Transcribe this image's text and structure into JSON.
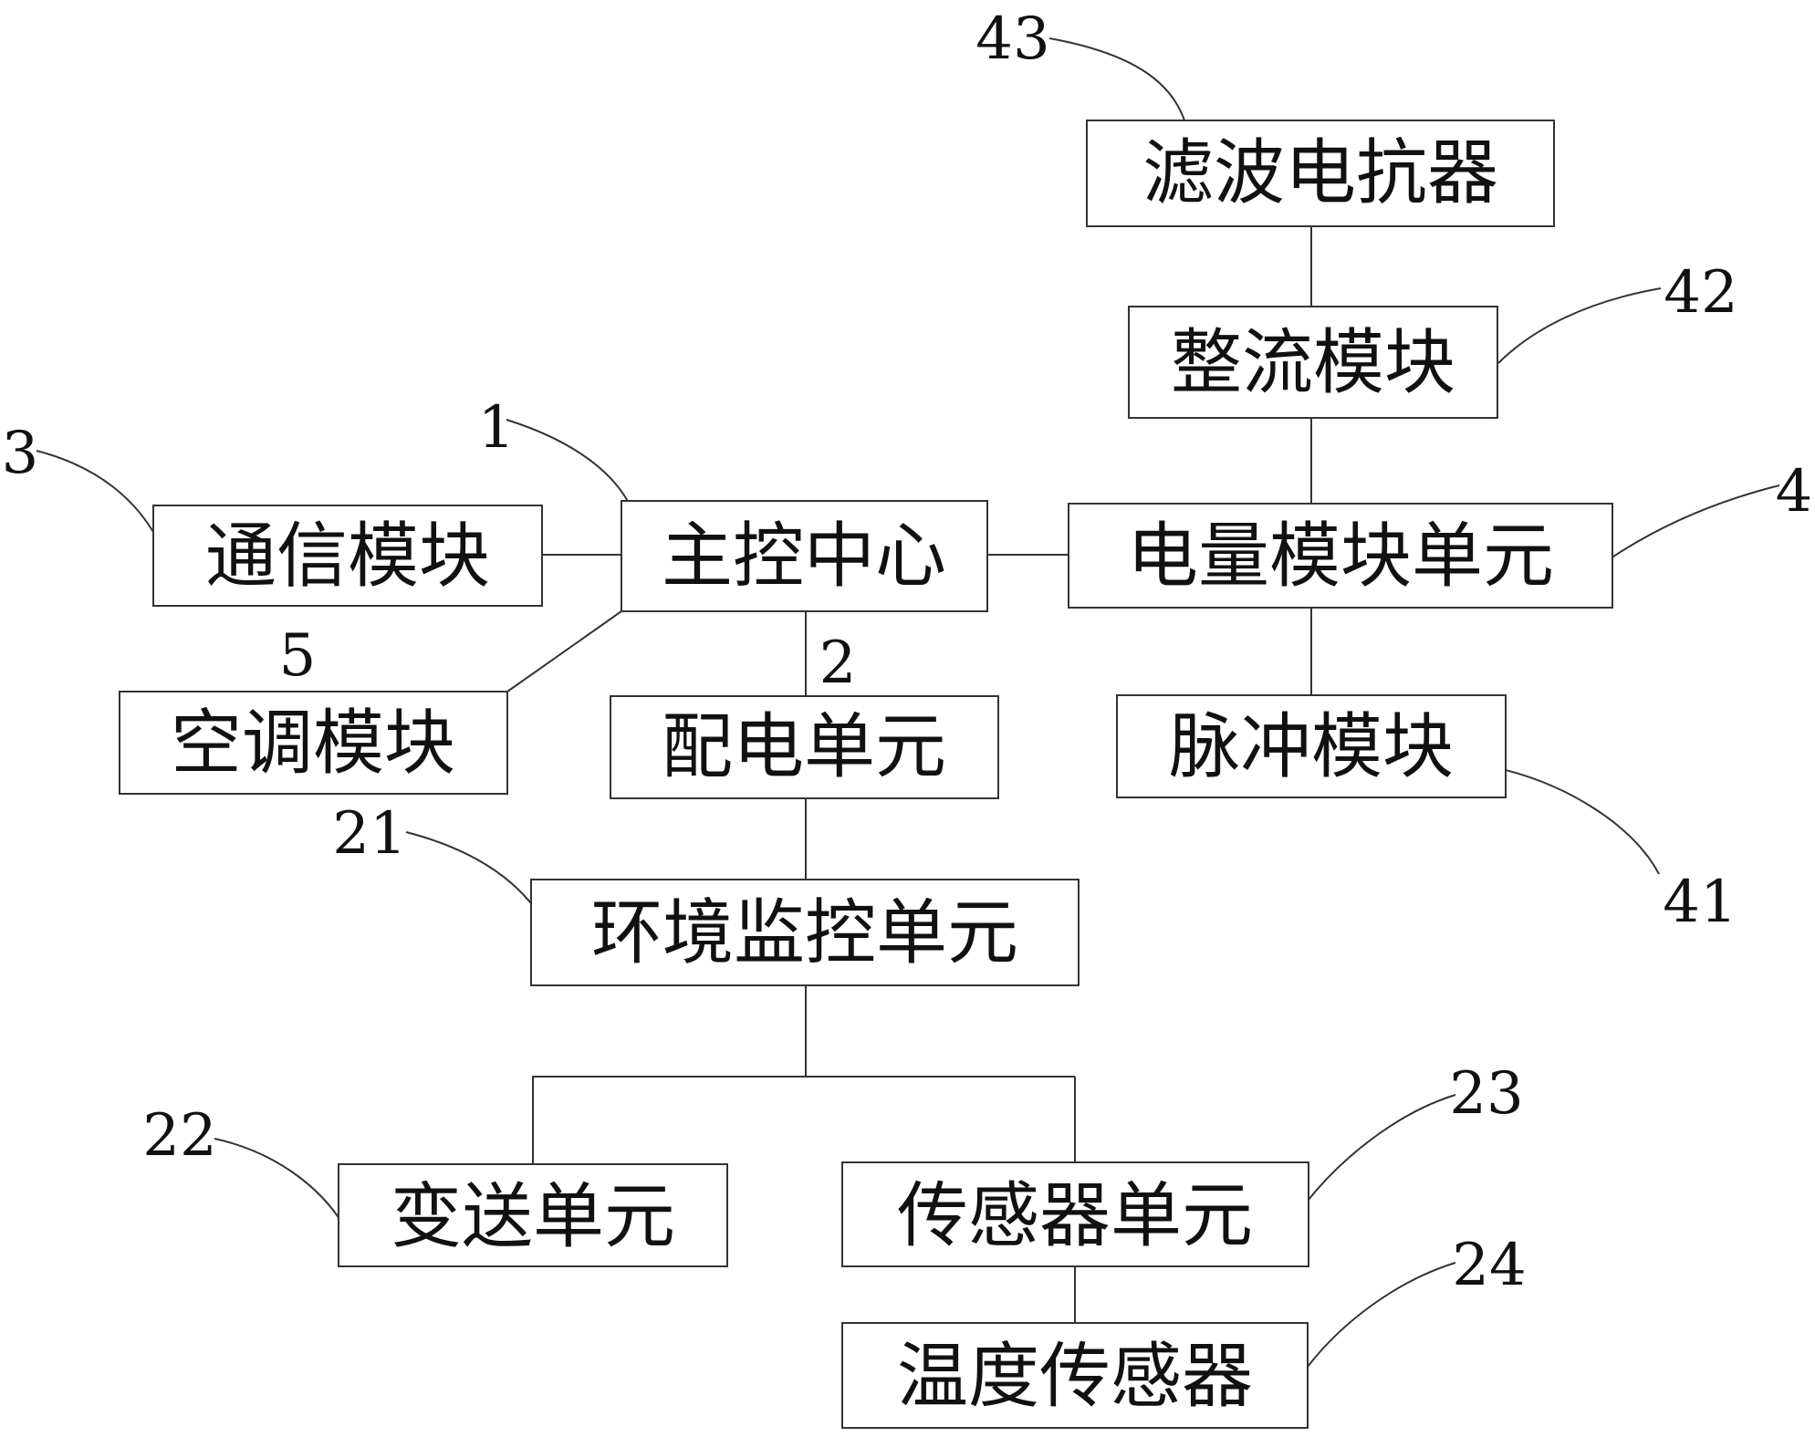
{
  "boxes": {
    "main_control": "主控中心",
    "communication": "通信模块",
    "air_conditioning": "空调模块",
    "power_distribution": "配电单元",
    "env_monitoring": "环境监控单元",
    "transmitter": "变送单元",
    "sensor_unit": "传感器单元",
    "temperature_sensor": "温度传感器",
    "power_module_unit": "电量模块单元",
    "pulse_module": "脉冲模块",
    "rectifier_module": "整流模块",
    "filter_reactor": "滤波电抗器"
  },
  "refs": {
    "main_control": "1",
    "power_distribution": "2",
    "communication": "3",
    "power_module_unit": "4",
    "air_conditioning": "5",
    "env_monitoring": "21",
    "transmitter": "22",
    "sensor_unit": "23",
    "temperature_sensor": "24",
    "pulse_module": "41",
    "rectifier_module": "42",
    "filter_reactor": "43"
  }
}
